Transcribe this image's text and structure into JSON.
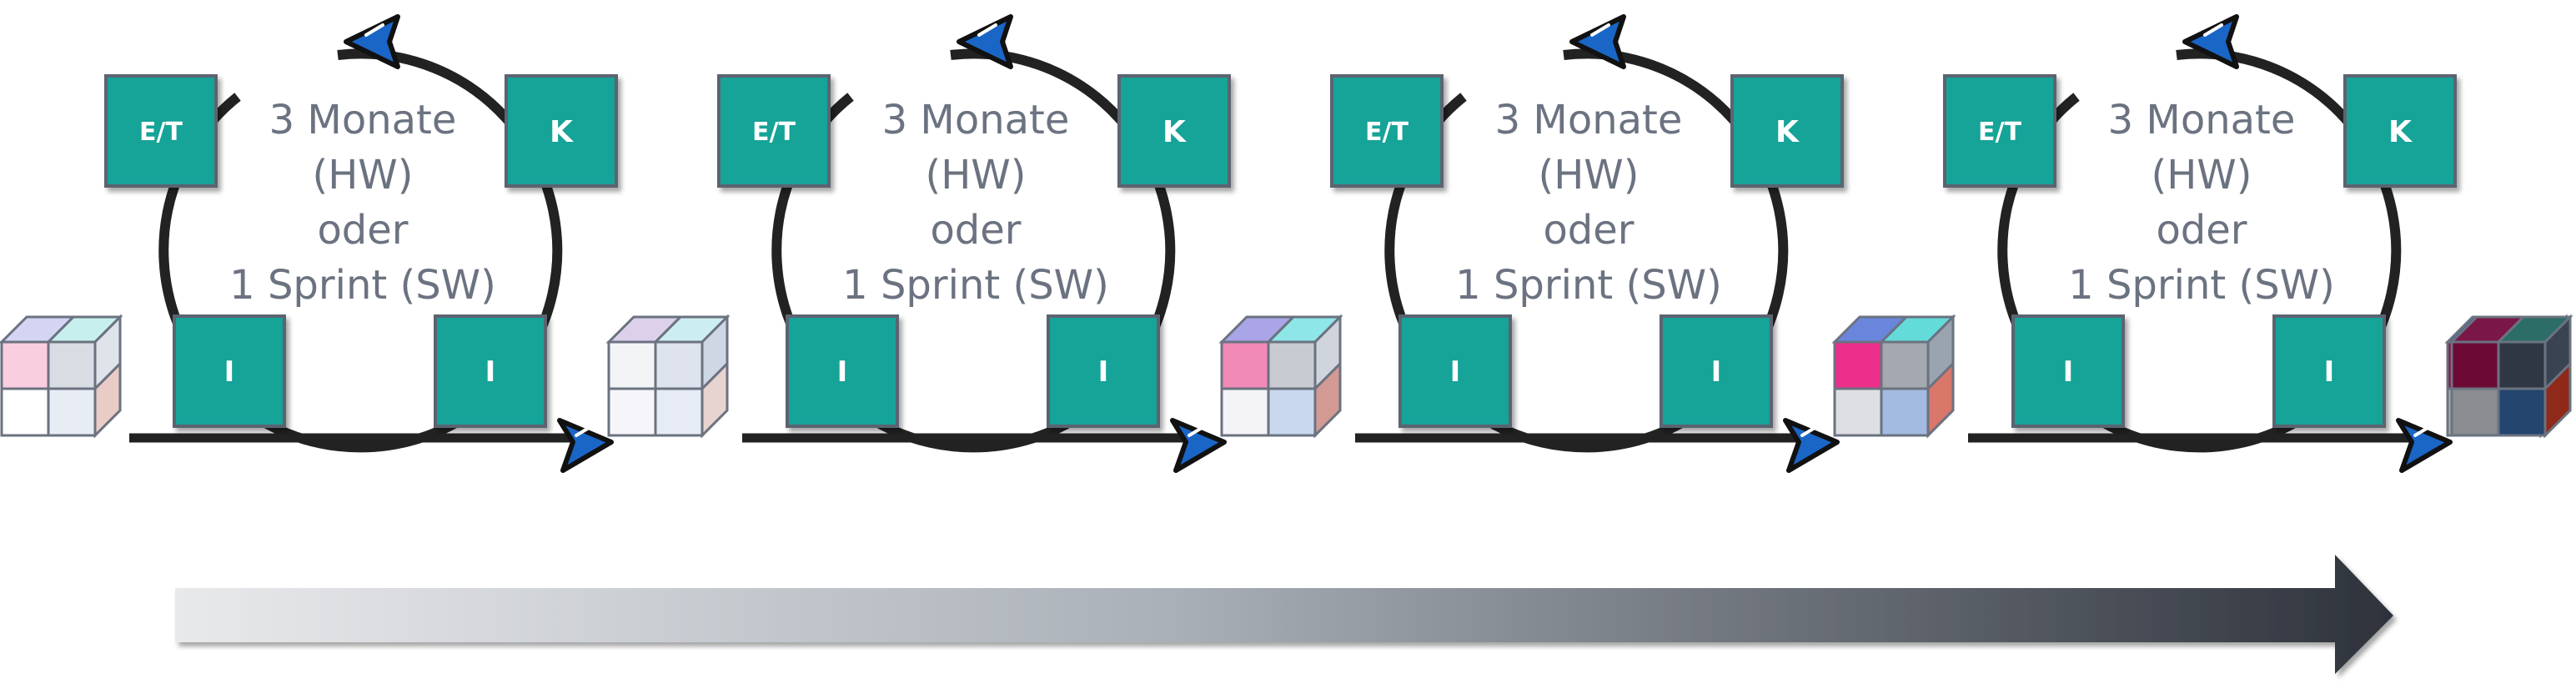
{
  "cycles": [
    {
      "text_lines": [
        "3 Monate",
        "(HW)",
        "oder",
        "1 Sprint (SW)"
      ],
      "boxes": {
        "top_left": "E/T",
        "top_right": "K",
        "bottom_left": "I",
        "bottom_right": "I"
      },
      "cube_after": {
        "front": [
          "#f3f4f6",
          "#dfe3ee",
          "#f6f6fa",
          "#e6ebf5"
        ],
        "top": [
          "#dcd0ea",
          "#cdeef0"
        ],
        "right": [
          "#cfd7e4",
          "#e7d3d0"
        ]
      }
    },
    {
      "text_lines": [
        "3 Monate",
        "(HW)",
        "oder",
        "1 Sprint (SW)"
      ],
      "boxes": {
        "top_left": "E/T",
        "top_right": "K",
        "bottom_left": "I",
        "bottom_right": "I"
      },
      "cube_after": {
        "front": [
          "#f28ab8",
          "#c8cbd1",
          "#f4f4f6",
          "#c9d8ee"
        ],
        "top": [
          "#a9a5e6",
          "#8ee6e8"
        ],
        "right": [
          "#cfd4dd",
          "#d39a94"
        ]
      }
    },
    {
      "text_lines": [
        "3 Monate",
        "(HW)",
        "oder",
        "1 Sprint (SW)"
      ],
      "boxes": {
        "top_left": "E/T",
        "top_right": "K",
        "bottom_left": "I",
        "bottom_right": "I"
      },
      "cube_after": {
        "front": [
          "#ec2f8a",
          "#a4a8b0",
          "#dedfe2",
          "#a3bbe0"
        ],
        "top": [
          "#6a86dc",
          "#63dbd8"
        ],
        "right": [
          "#9aa3b0",
          "#d8776a"
        ]
      }
    },
    {
      "text_lines": [
        "3 Monate",
        "(HW)",
        "oder",
        "1 Sprint (SW)"
      ],
      "boxes": {
        "top_left": "E/T",
        "top_right": "K",
        "bottom_left": "I",
        "bottom_right": "I"
      },
      "cube_after": {
        "front": [
          "#8e0f4f",
          "#4b5563",
          "#a7a9ad",
          "#3b6aa8"
        ],
        "top": [
          "#4055b0",
          "#2f8a80"
        ],
        "right": [
          "#4a5563",
          "#a8321e"
        ]
      }
    }
  ],
  "first_cube": {
    "front": [
      "#f9cfe0",
      "#d9dce3",
      "#ffffff",
      "#e8ecf4"
    ],
    "top": [
      "#d3d5f3",
      "#c7efee"
    ],
    "right": [
      "#dfe3ea",
      "#eaccc6"
    ]
  },
  "final_cube": {
    "front": [
      "#6c0a35",
      "#2f3744",
      "#8a8c90",
      "#23456e"
    ],
    "top": [
      "#7a1747",
      "#2c6e67"
    ],
    "right": [
      "#3a4351",
      "#8f2a1a"
    ]
  },
  "colors": {
    "box_fill": "#14a398",
    "box_border": "#5b6470",
    "cycle_stroke": "#222222",
    "arrowhead_fill": "#1a66c7",
    "label_text": "#6b7280",
    "progress_start": "#e8e9eb",
    "progress_end": "#2e323b"
  }
}
